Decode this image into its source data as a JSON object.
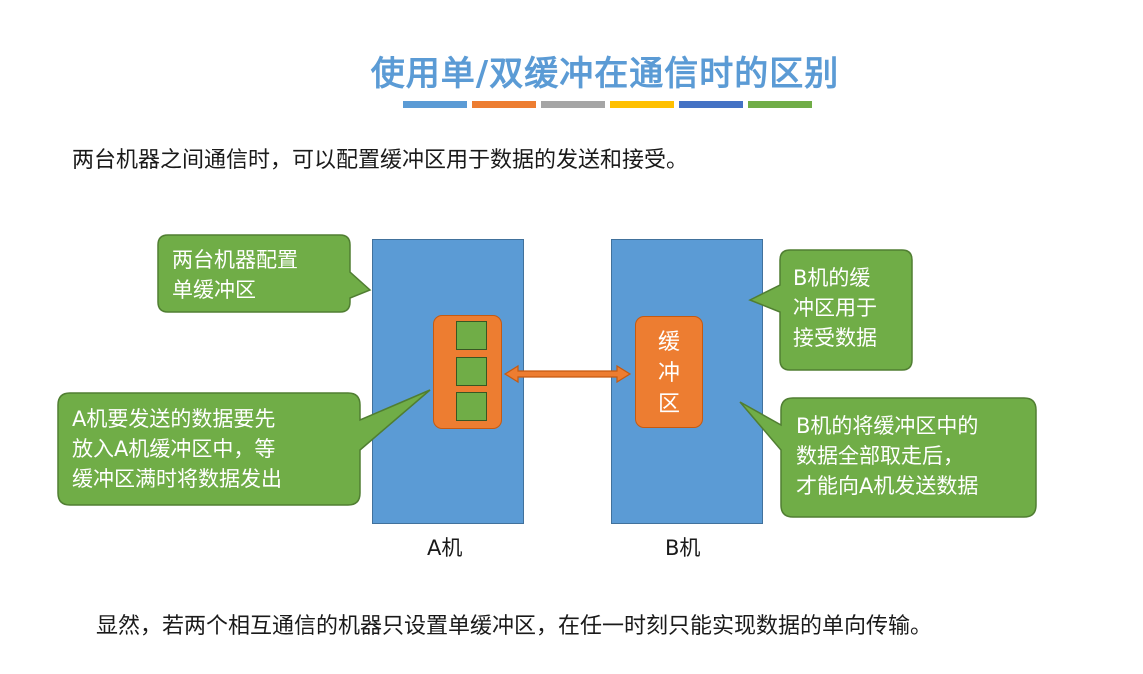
{
  "title": "使用单/双缓冲在通信时的区别",
  "title_color": "#5b9bd5",
  "color_bars": [
    "#5b9bd5",
    "#ed7d31",
    "#a5a5a5",
    "#ffc000",
    "#4472c4",
    "#70ad47"
  ],
  "intro_text": "两台机器之间通信时，可以配置缓冲区用于数据的发送和接受。",
  "machines": {
    "a_label": "A机",
    "b_label": "B机",
    "b_buffer_lines": [
      "缓",
      "冲",
      "区"
    ]
  },
  "callouts": {
    "top_left_lines": [
      "两台机器配置",
      "单缓冲区"
    ],
    "bottom_left_lines": [
      "A机要发送的数据要先",
      "放入A机缓冲区中，等",
      "缓冲区满时将数据发出"
    ],
    "top_right_lines": [
      "B机的缓",
      "冲区用于",
      "接受数据"
    ],
    "bottom_right_lines": [
      "B机的将缓冲区中的",
      "数据全部取走后，",
      "才能向A机发送数据"
    ]
  },
  "conclusion_text": "显然，若两个相互通信的机器只设置单缓冲区，在任一时刻只能实现数据的单向传输。",
  "colors": {
    "machine_blue": "#5b9bd5",
    "buffer_orange": "#ed7d31",
    "callout_green": "#70ad47",
    "slot_green": "#70ad47"
  }
}
